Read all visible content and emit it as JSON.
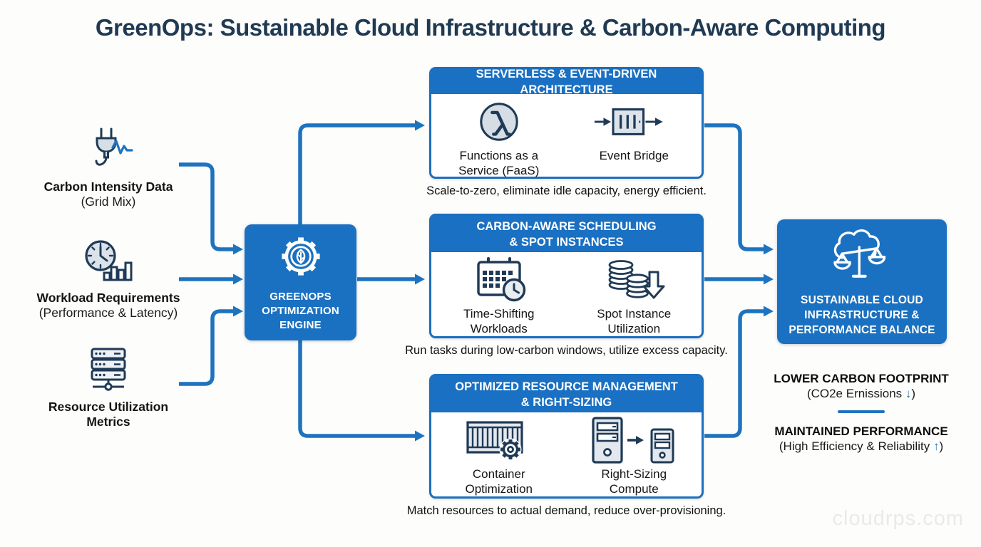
{
  "title": "GreenOps: Sustainable Cloud Infrastructure & Carbon-Aware Computing",
  "colors": {
    "accent_blue": "#1e73be",
    "box_blue": "#1b71c1",
    "header_blue": "#1a70c2",
    "navy_text": "#1f3a52",
    "icon_navy": "#1f3a56",
    "icon_fill": "#d9e0e8",
    "caption_text": "#121212",
    "watermark_gray": "#eaeae6"
  },
  "inputs": [
    {
      "icon": "plug-pulse-icon",
      "line1": "Carbon Intensity Data",
      "line2": "(Grid Mix)"
    },
    {
      "icon": "clock-bars-icon",
      "line1": "Workload Requirements",
      "line2": "(Performance & Latency)"
    },
    {
      "icon": "server-stack-icon",
      "line1": "Resource Utilization",
      "line2": "Metrics"
    }
  ],
  "engine": {
    "icon": "gear-leaf-icon",
    "line1": "GREENOPS",
    "line2": "OPTIMIZATION",
    "line3": "ENGINE"
  },
  "strategies": [
    {
      "header1": "SERVERLESS & EVENT-DRIVEN ARCHITECTURE",
      "header2": "",
      "items": [
        {
          "icon": "lambda-circle-icon",
          "line1": "Functions as a",
          "line2": "Service (FaaS)"
        },
        {
          "icon": "event-bridge-icon",
          "line1": "Event Bridge",
          "line2": ""
        }
      ],
      "caption": "Scale-to-zero, eliminate idle capacity, energy efficient."
    },
    {
      "header1": "CARBON-AWARE SCHEDULING",
      "header2": "& SPOT INSTANCES",
      "items": [
        {
          "icon": "calendar-clock-icon",
          "line1": "Time-Shifting",
          "line2": "Workloads"
        },
        {
          "icon": "coins-down-arrow-icon",
          "line1": "Spot Instance",
          "line2": "Utilization"
        }
      ],
      "caption": "Run tasks during low-carbon windows, utilize excess capacity."
    },
    {
      "header1": "OPTIMIZED RESOURCE MANAGEMENT",
      "header2": "& RIGHT-SIZING",
      "items": [
        {
          "icon": "container-gear-icon",
          "line1": "Container",
          "line2": "Optimization"
        },
        {
          "icon": "right-sizing-servers-icon",
          "line1": "Right-Sizing",
          "line2": "Compute"
        }
      ],
      "caption": "Match resources to actual demand, reduce over-provisioning."
    }
  ],
  "outcome": {
    "icon": "cloud-scales-icon",
    "line1": "SUSTAINABLE CLOUD",
    "line2": "INFRASTRUCTURE &",
    "line3": "PERFORMANCE BALANCE"
  },
  "benefits": [
    {
      "title": "LOWER CARBON FOOTPRINT",
      "sub": "(CO2e Ernissions",
      "arrow": "↓",
      "close": ")"
    },
    {
      "title": "MAINTAINED PERFORMANCE",
      "sub": "(High Efficiency & Reliability",
      "arrow": "↑",
      "close": ")"
    }
  ],
  "watermark": "cloudrps.com"
}
